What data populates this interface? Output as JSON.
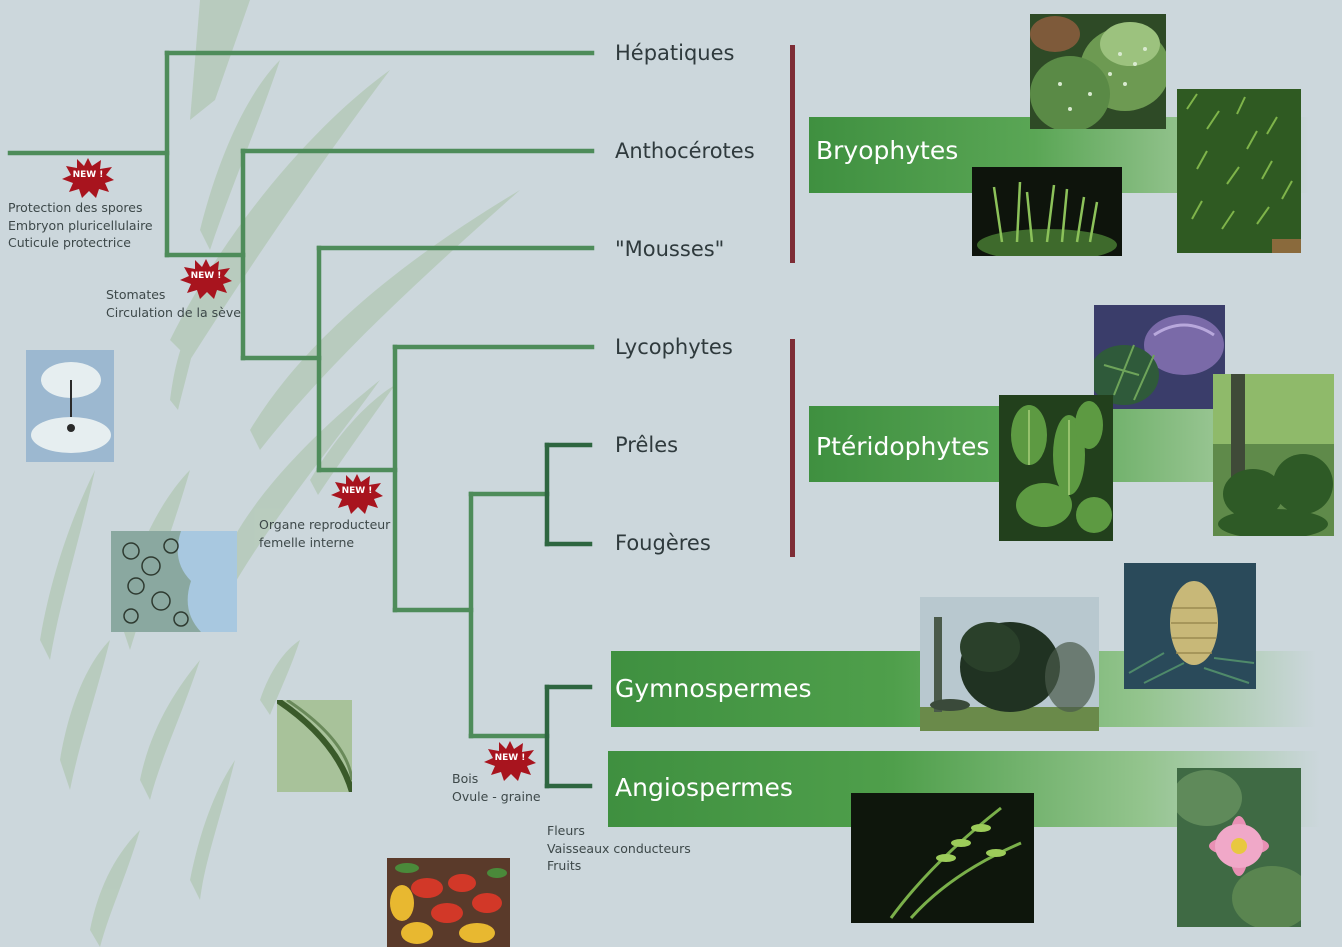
{
  "taxa": [
    {
      "id": "hepatiques",
      "label": "Hépatiques"
    },
    {
      "id": "anthocerotes",
      "label": "Anthocérotes"
    },
    {
      "id": "mousses",
      "label": "\"Mousses\""
    },
    {
      "id": "lycophytes",
      "label": "Lycophytes"
    },
    {
      "id": "preles",
      "label": "Prêles"
    },
    {
      "id": "fougeres",
      "label": "Fougères"
    },
    {
      "id": "gymnospermes",
      "label": "Gymnospermes"
    },
    {
      "id": "angiospermes",
      "label": "Angiospermes"
    }
  ],
  "groups": {
    "bryophytes": "Bryophytes",
    "pteridophytes": "Ptéridophytes"
  },
  "badge_text": "NEW !",
  "innovations": {
    "land_plants": [
      "Protection des spores",
      "Embryon pluricellulaire",
      "Cuticule protectrice"
    ],
    "vascular_sap": [
      "Stomates",
      "Circulation de la sève"
    ],
    "reproductive_organ": [
      "Organe reproducteur",
      "femelle interne"
    ],
    "seed_plants": [
      "Bois",
      "Ovule - graine"
    ],
    "flowering": [
      "Fleurs",
      "Vaisseaux conducteurs",
      "Fruits"
    ]
  },
  "colors": {
    "background": "#ccd7dc",
    "tree_line": "#4e8c5a",
    "group_bar": "#7e2d36",
    "band_green": "#4a9a48",
    "badge_red": "#a8141e"
  },
  "photos": {
    "liverwort": "liverwort-photo",
    "polytrichum_moss": "moss-carpet-photo",
    "hornwort": "hornwort-photo",
    "lycopod": "lycopod-photo",
    "horsetail": "horsetail-photo",
    "fern_forest": "fern-forest-photo",
    "cedar_tree": "cedar-tree-photo",
    "cedar_cone": "cedar-cone-photo",
    "grass_flower": "grass-flower-photo",
    "water_lily": "water-lily-photo",
    "marchantia_illustration": "marchantia-illustration",
    "stoma_micrograph": "stoma-micrograph",
    "ovule_section": "ovule-section-photo",
    "fruits": "fruits-photo"
  }
}
